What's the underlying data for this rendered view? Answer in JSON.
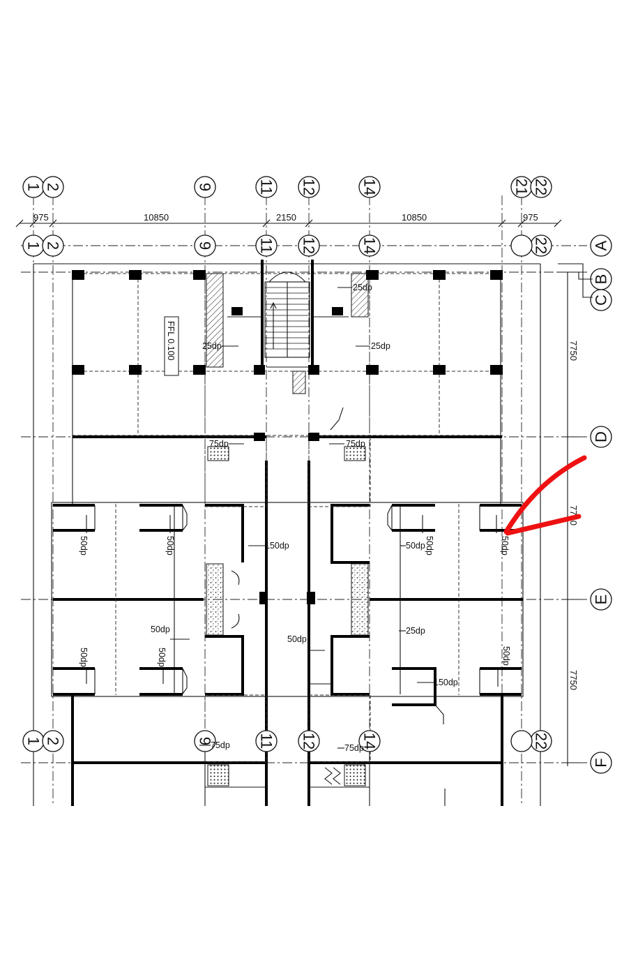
{
  "drawing": {
    "grid_top": [
      "1",
      "2",
      "9",
      "11",
      "12",
      "14",
      "21",
      "22"
    ],
    "grid_mid": [
      "1",
      "2",
      "9",
      "11",
      "12",
      "14",
      "22"
    ],
    "grid_bottom": [
      "1",
      "2",
      "9",
      "11",
      "12",
      "14",
      "22"
    ],
    "grid_rows": [
      "A",
      "B",
      "C",
      "D",
      "E",
      "F"
    ],
    "dims_top": [
      "975",
      "10850",
      "2150",
      "10850",
      "975"
    ],
    "dims_right": [
      "7750",
      "7750",
      "7750"
    ],
    "floor_label": "FFL 0.100",
    "notes": {
      "n25dp_a": "25dp",
      "n25dp_b": "25dp",
      "n25dp_c": "25dp",
      "n75dp_a": "75dp",
      "n75dp_b": "75dp",
      "n150dp_a": "150dp",
      "n150dp_b": "150dp",
      "n50dp_a": "50dp",
      "n50dp_b": "50dp",
      "n50dp_c": "50dp",
      "n50dp_d": "50dp",
      "n50dp_e": "50dp",
      "n50dp_f": "50dp",
      "n50dp_g": "50dp",
      "n50dp_h": "50dp",
      "n50dp_i": "50dp",
      "n25dp_d": "25dp",
      "n75dp_c": "75dp",
      "n75dp_d": "75dp"
    },
    "annotation_color": "#ee1111"
  }
}
